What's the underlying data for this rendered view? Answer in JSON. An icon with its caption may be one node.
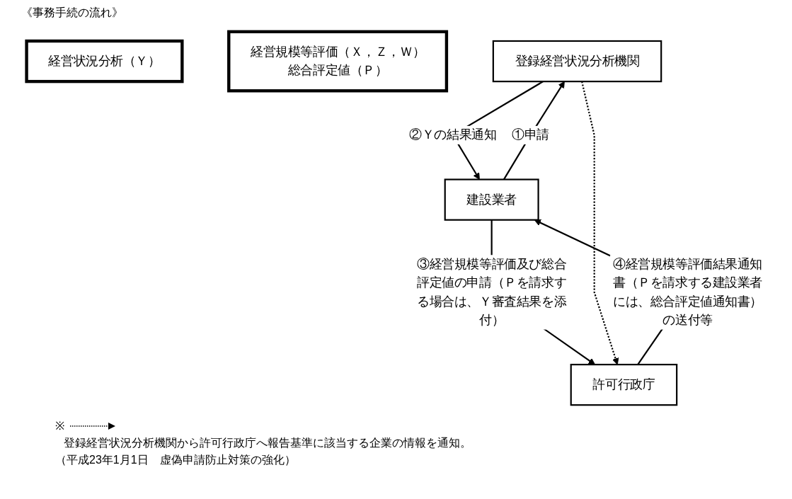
{
  "diagram": {
    "title": "《事務手続の流れ》",
    "nodes": [
      {
        "text": [
          "経営状況分析（Ｙ）"
        ]
      },
      {
        "text": [
          "経営規模等評価（Ｘ，Ｚ，Ｗ）",
          "総合評定値（Ｐ）"
        ]
      },
      {
        "text": [
          "登録経営状況分析機関"
        ]
      },
      {
        "text": [
          "建設業者"
        ]
      },
      {
        "text": [
          "許可行政庁"
        ]
      }
    ],
    "edges": [
      {
        "from": 3,
        "to": 2,
        "arrow": "to",
        "label": "①申請"
      },
      {
        "from": 2,
        "to": 3,
        "arrow": "to",
        "label": "②Ｙの結果通知"
      },
      {
        "from": 3,
        "to": 4,
        "arrow": "to",
        "label": "③経営規模等評価及び総合評定値の申請（Ｐを請求する場合は、Ｙ審査結果を添付）"
      },
      {
        "from": 4,
        "to": 3,
        "arrow": "to",
        "label": "④経営規模等評価結果通知書（Ｐを請求する建設業者には、総合評定値通知書）の送付等"
      },
      {
        "from": 2,
        "to": 4,
        "arrow": "to",
        "style": "dashed"
      }
    ],
    "labels": [
      "※",
      "（平成23年1月1日　虚偽申請防止対策の強化）"
    ],
    "legend": [
      {
        "text": "登録経営状況分析機関から許可行政庁へ報告基準に該当する企業の情報を通知。"
      }
    ]
  }
}
